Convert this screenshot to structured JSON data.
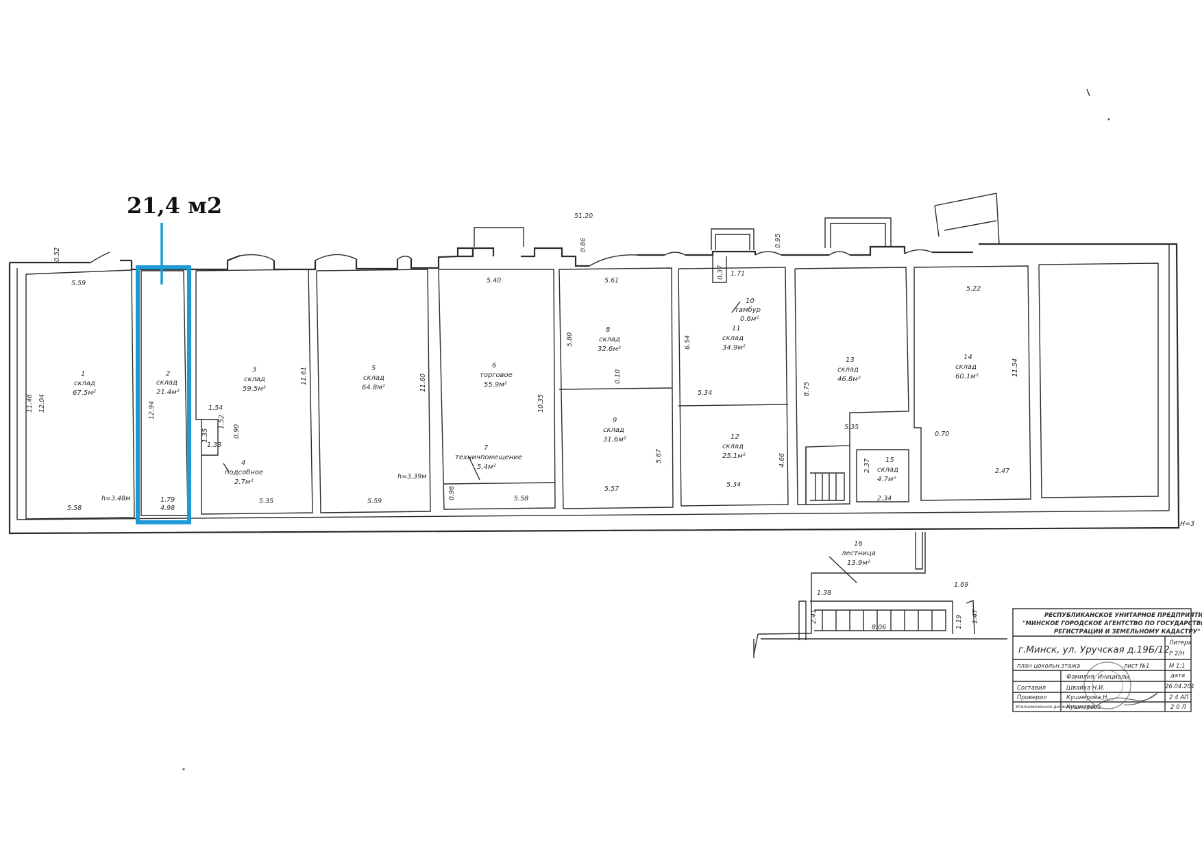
{
  "callout": {
    "label": "21,4 м2",
    "color": "#1e9ad6"
  },
  "overall_dims": {
    "top_length": "51.20",
    "height_mark": "Н=3"
  },
  "rooms": [
    {
      "num": "1",
      "name": "склад",
      "area": "67.5м²"
    },
    {
      "num": "2",
      "name": "склад",
      "area": "21.4м²"
    },
    {
      "num": "3",
      "name": "склад",
      "area": "59.5м²"
    },
    {
      "num": "4",
      "name": "подсобное",
      "area": "2.7м²"
    },
    {
      "num": "5",
      "name": "склад",
      "area": "64.8м²"
    },
    {
      "num": "6",
      "name": "торговое",
      "area": "55.9м²"
    },
    {
      "num": "7",
      "name": "техничпомещение",
      "area": "5.4м²"
    },
    {
      "num": "8",
      "name": "склад",
      "area": "32.6м²"
    },
    {
      "num": "9",
      "name": "склад",
      "area": "31.6м²"
    },
    {
      "num": "10",
      "name": "тамбур",
      "area": "0.6м²"
    },
    {
      "num": "11",
      "name": "склад",
      "area": "34.9м²"
    },
    {
      "num": "12",
      "name": "склад",
      "area": "25.1м²"
    },
    {
      "num": "13",
      "name": "склад",
      "area": "46.8м²"
    },
    {
      "num": "14",
      "name": "склад",
      "area": "60.1м²"
    },
    {
      "num": "15",
      "name": "склад",
      "area": "4.7м²"
    },
    {
      "num": "16",
      "name": "лестница",
      "area": "13.9м²"
    }
  ],
  "dims": {
    "d1": "0.52",
    "d2": "5.59",
    "d3": "11.46",
    "d4": "12.04",
    "d5": "5.58",
    "d6": "h=3.48м",
    "d7": "12.94",
    "d8": "1.79",
    "d9": "4.98",
    "d10": "11.61",
    "d11": "1.54",
    "d12": "1.52",
    "d13": "1.35",
    "d14": "0.90",
    "d15": "1.33",
    "d16": "5.35",
    "d17": "11.60",
    "d18": "h=3.39м",
    "d19": "5.59",
    "d20": "5.40",
    "d21": "10.35",
    "d22": "0.96",
    "d23": "5.58",
    "d24": "0.86",
    "d25": "5.61",
    "d26": "5.80",
    "d27": "0.10",
    "d28": "5.67",
    "d29": "5.57",
    "d30": "0.95",
    "d31": "0.37",
    "d32": "1.71",
    "d33": "6.54",
    "d34": "5.34",
    "d35": "4.66",
    "d36": "5.34",
    "d37": "8.75",
    "d38": "5.35",
    "d39": "2.37",
    "d40": "2.34",
    "d41": "5.22",
    "d42": "11.54",
    "d43": "0.70",
    "d44": "2.47",
    "d45": "1.38",
    "d46": "2.41",
    "d47": "1.69",
    "d48": "1.19",
    "d49": "1.47",
    "d50": "8.06"
  },
  "stamp": {
    "org1": "РЕСПУБЛИКАНСКОЕ УНИТАРНОЕ ПРЕДПРИЯТИЕ",
    "org2": "\"МИНСКОЕ ГОРОДСКОЕ АГЕНТСТВО ПО ГОСУДАРСТВЕННОЙ",
    "org3": "РЕГИСТРАЦИИ И ЗЕМЕЛЬНОМУ КАДАСТРУ\"",
    "address": "г.Минск, ул. Уручская д.19Б/12",
    "plan_label": "план цокольн.этажа",
    "sheet": "лист №1",
    "col_header": "Фамилия, Инициалы",
    "row1": "Составил",
    "row1_name": "Швайка Н.И.",
    "row2": "Проверил",
    "row2_name": "Кушнерова Н.",
    "row3": "Уполномоченное должностное лицо",
    "row3_name": "Кушнерова",
    "date": "26.04.201",
    "right1": "Литера",
    "right2": "Р 2/Н",
    "right3": "М 1:1",
    "right4": "дата",
    "right5": "2 4 АП",
    "right6": "2 0 Л"
  }
}
